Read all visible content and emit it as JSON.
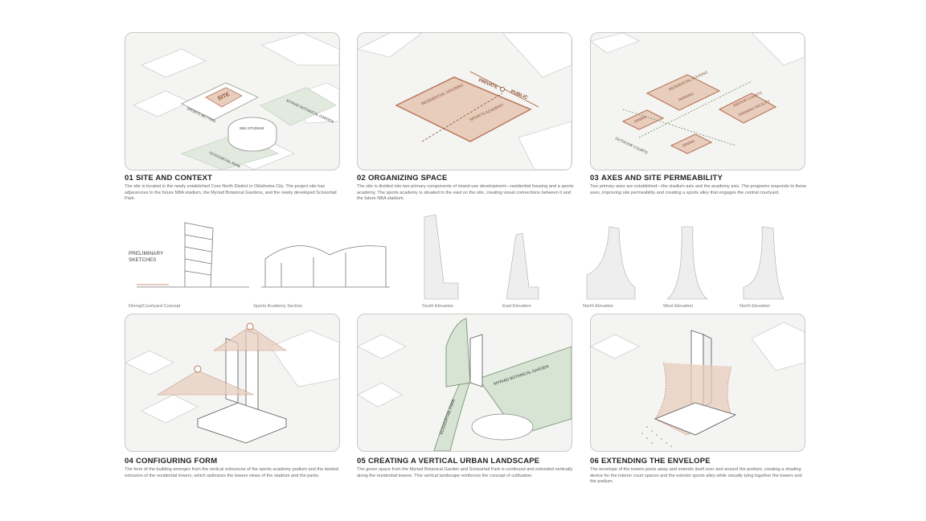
{
  "panels": [
    {
      "num": "01",
      "title": "SITE AND CONTEXT",
      "text": "The site is located in the newly established Core North District in Oklahoma City. The project site has adjacencies to the future NBA stadium, the Myriad Botanical Gardens, and the newly developed Scissortail Park.",
      "labels": {
        "site": "SITE",
        "sports_betting": "SPORTS BETTING",
        "nba_stadium": "NBA STADIUM",
        "myriad": "MYRIAD BOTANICAL GARDEN",
        "scissortail": "SCISSORTAIL PARK"
      }
    },
    {
      "num": "02",
      "title": "ORGANIZING SPACE",
      "text": "The site is divided into two primary components of mixed-use development—residential housing and a sports academy. The sports academy is situated to the east on the site, creating visual connections between it and the future NBA stadium.",
      "labels": {
        "private": "PRIVATE",
        "public": "PUBLIC",
        "residential": "RESIDENTIAL HOUSING",
        "academy": "SPORTS ACADEMY"
      }
    },
    {
      "num": "03",
      "title": "AXES AND SITE PERMEABILITY",
      "text": "Two primary axes are established—the stadium axis and the academy axis. The programs responds to these axes, improving site permeability and creating a sports alley that engages the central courtyard.",
      "labels": {
        "residential": "RESIDENTIAL HOUSING",
        "parking": "PARKING",
        "indoor": "INDOOR COURTS",
        "training": "TRAINING FACILITY",
        "dining1": "DINING",
        "dining2": "DINING",
        "outdoor": "OUTDOOR COURTS"
      }
    },
    {
      "num": "04",
      "title": "CONFIGURING FORM",
      "text": "The form of the building emerges from the vertical extrusions of the sports academy podium and the twisted extrusion of the residential towers, which optimizes the towers views of the stadium and the parks.",
      "labels": {}
    },
    {
      "num": "05",
      "title": "CREATING A VERTICAL URBAN LANDSCAPE",
      "text": "The green space from the Myriad Botanical Garden and Scissortail Park is continued and extended vertically along the residential towers. This vertical landscape reinforces the concept of cultivation.",
      "labels": {
        "myriad": "MYRIAD BOTANICAL GARDEN",
        "scissortail": "SCISSORTAIL PARK"
      }
    },
    {
      "num": "06",
      "title": "EXTENDING THE ENVELOPE",
      "text": "The envelope of the towers peels away and extends itself over and around the podium, creating a shading device for the interior court spaces and the exterior sports alley while visually tying together the towers and the podium.",
      "labels": {}
    }
  ],
  "sketches": {
    "heading": "PRELIMINARY SKETCHES",
    "labels": [
      "Dining/Courtyard Concept",
      "Sports Academy Section",
      "South Elevation",
      "East Elevation",
      "North Elevation",
      "West Elevation",
      "North Elevation"
    ]
  },
  "colors": {
    "accent": "#b8785a",
    "accent_fill": "#e8cdbd",
    "green_fill": "#d7e3d3",
    "green_line": "#6d8c6a",
    "block": "#ffffff",
    "ground": "#f4f4f2"
  }
}
